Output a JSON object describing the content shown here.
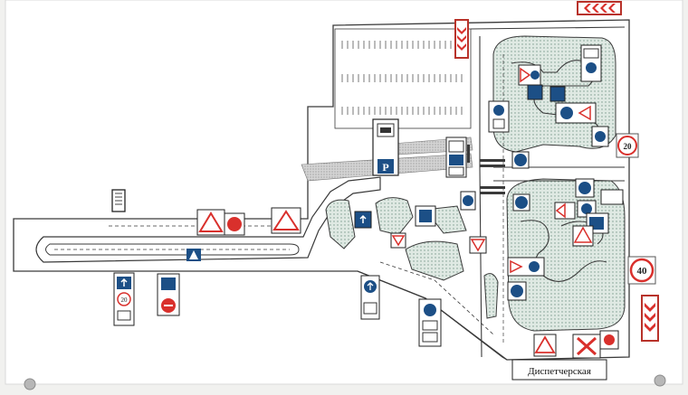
{
  "map": {
    "title_box": "Диспетчерская",
    "speed_sign_a": "20",
    "speed_sign_b": "40",
    "speed_sign_c": "20",
    "parking_letter": "P",
    "colors": {
      "paper": "#f1f1ef",
      "road": "#ffffff",
      "green": "#d8e6df",
      "sign_blue": "#1c4f86",
      "sign_red": "#d9302c",
      "frame_red": "#b8322a",
      "line": "#3a3a3a"
    }
  }
}
